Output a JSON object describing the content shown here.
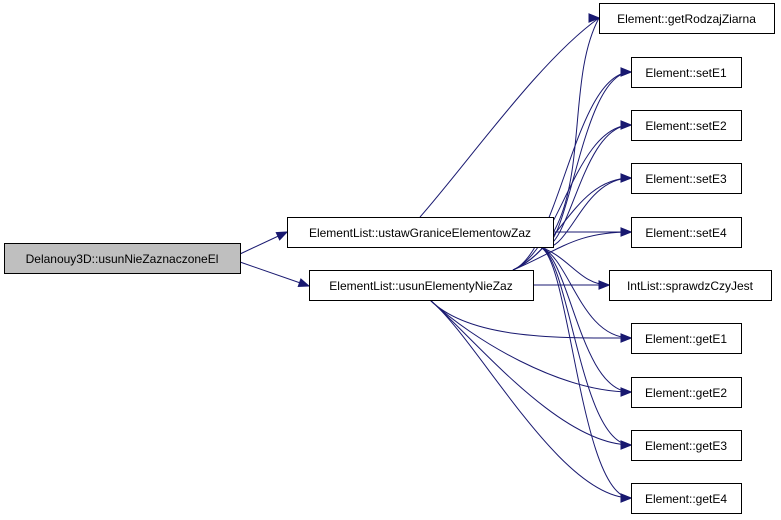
{
  "diagram": {
    "nodes": [
      {
        "id": "root",
        "label": "Delanouy3D::usunNieZaznaczoneEl"
      },
      {
        "id": "ustaw",
        "label": "ElementList::ustawGraniceElementowZaz"
      },
      {
        "id": "usun",
        "label": "ElementList::usunElementyNieZaz"
      },
      {
        "id": "getRodzaj",
        "label": "Element::getRodzajZiarna"
      },
      {
        "id": "setE1",
        "label": "Element::setE1"
      },
      {
        "id": "setE2",
        "label": "Element::setE2"
      },
      {
        "id": "setE3",
        "label": "Element::setE3"
      },
      {
        "id": "setE4",
        "label": "Element::setE4"
      },
      {
        "id": "sprawdz",
        "label": "IntList::sprawdzCzyJest"
      },
      {
        "id": "getE1",
        "label": "Element::getE1"
      },
      {
        "id": "getE2",
        "label": "Element::getE2"
      },
      {
        "id": "getE3",
        "label": "Element::getE3"
      },
      {
        "id": "getE4",
        "label": "Element::getE4"
      }
    ],
    "edges": [
      {
        "from": "root",
        "to": "ustaw"
      },
      {
        "from": "root",
        "to": "usun"
      },
      {
        "from": "ustaw",
        "to": "getRodzaj"
      },
      {
        "from": "ustaw",
        "to": "setE1"
      },
      {
        "from": "ustaw",
        "to": "setE2"
      },
      {
        "from": "ustaw",
        "to": "setE3"
      },
      {
        "from": "ustaw",
        "to": "setE4"
      },
      {
        "from": "ustaw",
        "to": "sprawdz"
      },
      {
        "from": "ustaw",
        "to": "getE1"
      },
      {
        "from": "ustaw",
        "to": "getE2"
      },
      {
        "from": "ustaw",
        "to": "getE3"
      },
      {
        "from": "ustaw",
        "to": "getE4"
      },
      {
        "from": "usun",
        "to": "getRodzaj"
      },
      {
        "from": "usun",
        "to": "setE1"
      },
      {
        "from": "usun",
        "to": "setE2"
      },
      {
        "from": "usun",
        "to": "setE3"
      },
      {
        "from": "usun",
        "to": "setE4"
      },
      {
        "from": "usun",
        "to": "sprawdz"
      },
      {
        "from": "usun",
        "to": "getE1"
      },
      {
        "from": "usun",
        "to": "getE2"
      },
      {
        "from": "usun",
        "to": "getE3"
      },
      {
        "from": "usun",
        "to": "getE4"
      }
    ],
    "colors": {
      "edge": "#191970",
      "root_fill": "#bfbfbf",
      "node_fill": "#ffffff",
      "node_stroke": "#000000"
    }
  }
}
